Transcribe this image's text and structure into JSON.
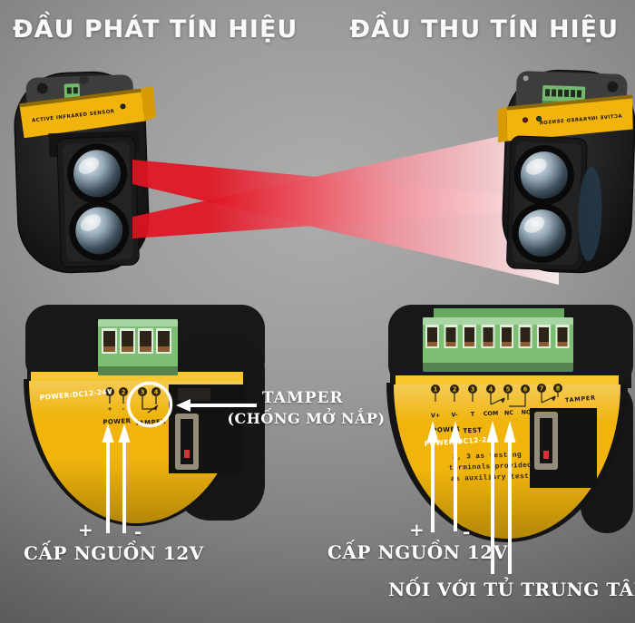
{
  "colors": {
    "device_yellow": "#f0b40c",
    "device_yellow_dark": "#d79b04",
    "terminal_green": "#7cbe72",
    "beam_red": "#e21322",
    "beam_mid": "#f0929c",
    "beam_pale": "#fdf1f2"
  },
  "titles": {
    "transmitter": "ĐẦU PHÁT TÍN HIỆU",
    "receiver": "ĐẦU THU TÍN HIỆU"
  },
  "device_label": "ACTIVE INFRARED SENSOR",
  "left_panel": {
    "power_rating": "POWER:DC12-24V",
    "terminals": [
      "1",
      "2",
      "3",
      "4"
    ],
    "pin_plus": "+",
    "pin_minus": "-",
    "group_power": "POWER",
    "group_tamper": "TAMPER",
    "callout_title": "TAMPER",
    "callout_sub": "(CHỐNG MỞ NẮP)",
    "plus": "+",
    "minus": "-",
    "caption": "CẤP NGUỒN 12V"
  },
  "right_panel": {
    "power_rating": "POWER:DC12-24V",
    "terminals": [
      "1",
      "2",
      "3",
      "4",
      "5",
      "6",
      "7",
      "8"
    ],
    "pin_labels": [
      "V+",
      "V-",
      "T",
      "COM",
      "NC",
      "NO"
    ],
    "group_tamper": "TAMPER",
    "group_power": "POWER",
    "group_test": "TEST",
    "note_lines": [
      "2, 3 as testing",
      "terminals provided",
      "as auxiliary test"
    ],
    "plus": "+",
    "minus": "-",
    "caption_power": "CẤP NGUỒN 12V",
    "caption_relay": "NỐI VỚI TỦ TRUNG TÂM"
  }
}
